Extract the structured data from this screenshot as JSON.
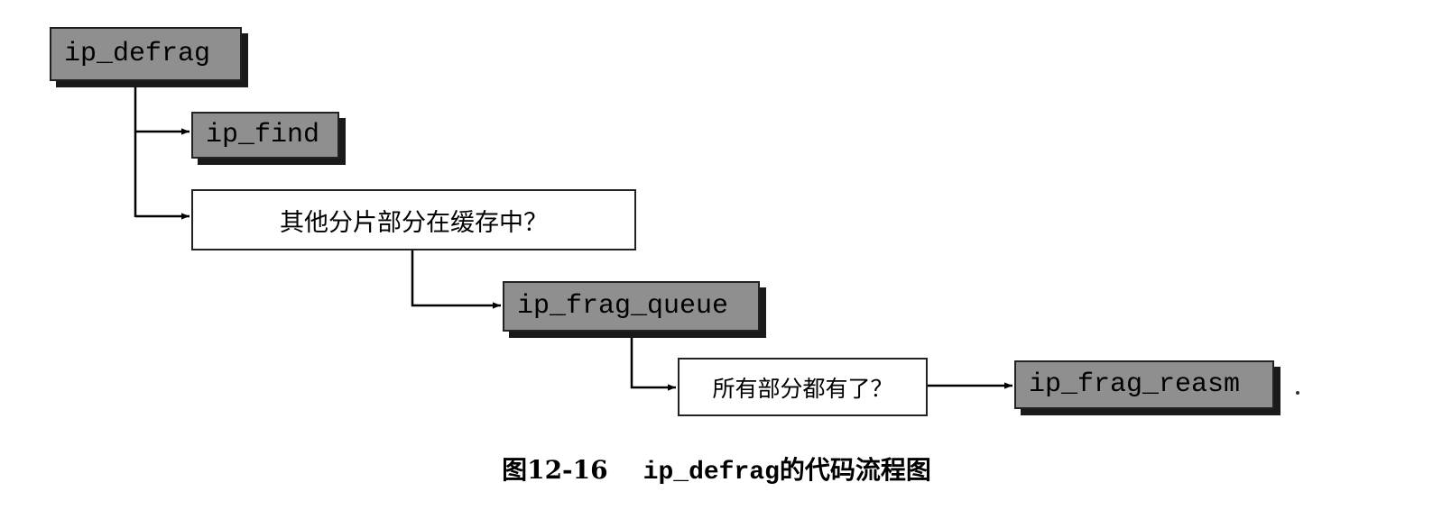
{
  "diagram": {
    "nodes": {
      "ip_defrag": "ip_defrag",
      "ip_find": "ip_find",
      "other_fragments_cached": "其他分片部分在缓存中？",
      "ip_frag_queue": "ip_frag_queue",
      "all_parts_present": "所有部分都有了？",
      "ip_frag_reasm": "ip_frag_reasm"
    },
    "edges": [
      {
        "from": "ip_defrag",
        "to": "ip_find"
      },
      {
        "from": "ip_defrag",
        "to": "other_fragments_cached"
      },
      {
        "from": "other_fragments_cached",
        "to": "ip_frag_queue"
      },
      {
        "from": "ip_frag_queue",
        "to": "all_parts_present"
      },
      {
        "from": "all_parts_present",
        "to": "ip_frag_reasm"
      }
    ],
    "colors": {
      "function_box": "#8f8f8f",
      "decision_box": "#ffffff",
      "line": "#000000"
    }
  },
  "caption": {
    "figure_number": "图12-16",
    "function_name": "ip_defrag",
    "text": "的代码流程图"
  }
}
